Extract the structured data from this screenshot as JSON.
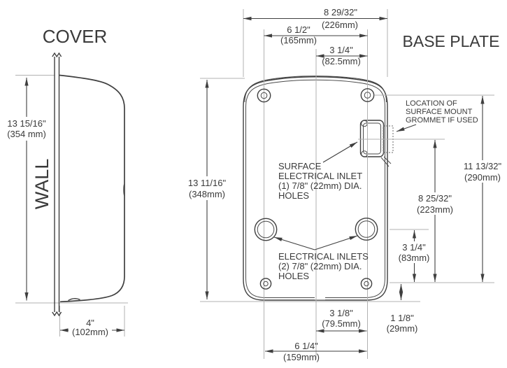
{
  "colors": {
    "line": "#3f3f3f",
    "extension_line": "#b2b2b2",
    "text": "#3a3a3a",
    "background": "#ffffff"
  },
  "cover": {
    "title": "COVER",
    "wall_label": "WALL",
    "dims": {
      "height": {
        "in": "13 15/16\"",
        "mm": "(354 mm)"
      },
      "depth": {
        "in": "4\"",
        "mm": "(102mm)"
      }
    }
  },
  "base_plate": {
    "title": "BASE PLATE",
    "dims": {
      "overall_width": {
        "in": "8 29/32\"",
        "mm": "(226mm)"
      },
      "top_holes_span": {
        "in": "6 1/2\"",
        "mm": "(165mm)"
      },
      "top_hole_to_center": {
        "in": "3 1/4\"",
        "mm": "(82.5mm)"
      },
      "overall_height": {
        "in": "13 11/16\"",
        "mm": "(348mm)"
      },
      "top_to_bottom_holes": {
        "in": "11 13/32\"",
        "mm": "(290mm)"
      },
      "grommet_to_bottom_holes": {
        "in": "8 25/32\"",
        "mm": "(223mm)"
      },
      "inlets_to_bottom_holes": {
        "in": "3 1/4\"",
        "mm": "(83mm)"
      },
      "bottom_holes_to_edge": {
        "in": "1 1/8\"",
        "mm": "(29mm)"
      },
      "center_to_bottom_hole": {
        "in": "3 1/8\"",
        "mm": "(79.5mm)"
      },
      "bottom_holes_span": {
        "in": "6 1/4\"",
        "mm": "(159mm)"
      }
    },
    "notes": {
      "surface_inlet": {
        "line1": "SURFACE",
        "line2": "ELECTRICAL INLET",
        "line3": "(1) 7/8\" (22mm) DIA.",
        "line4": "HOLES"
      },
      "electrical_inlets": {
        "line1": "ELECTRICAL INLETS",
        "line2": "(2) 7/8\" (22mm) DIA.",
        "line3": "HOLES"
      },
      "grommet": {
        "line1": "LOCATION OF",
        "line2": "SURFACE MOUNT",
        "line3": "GROMMET IF USED"
      }
    }
  }
}
